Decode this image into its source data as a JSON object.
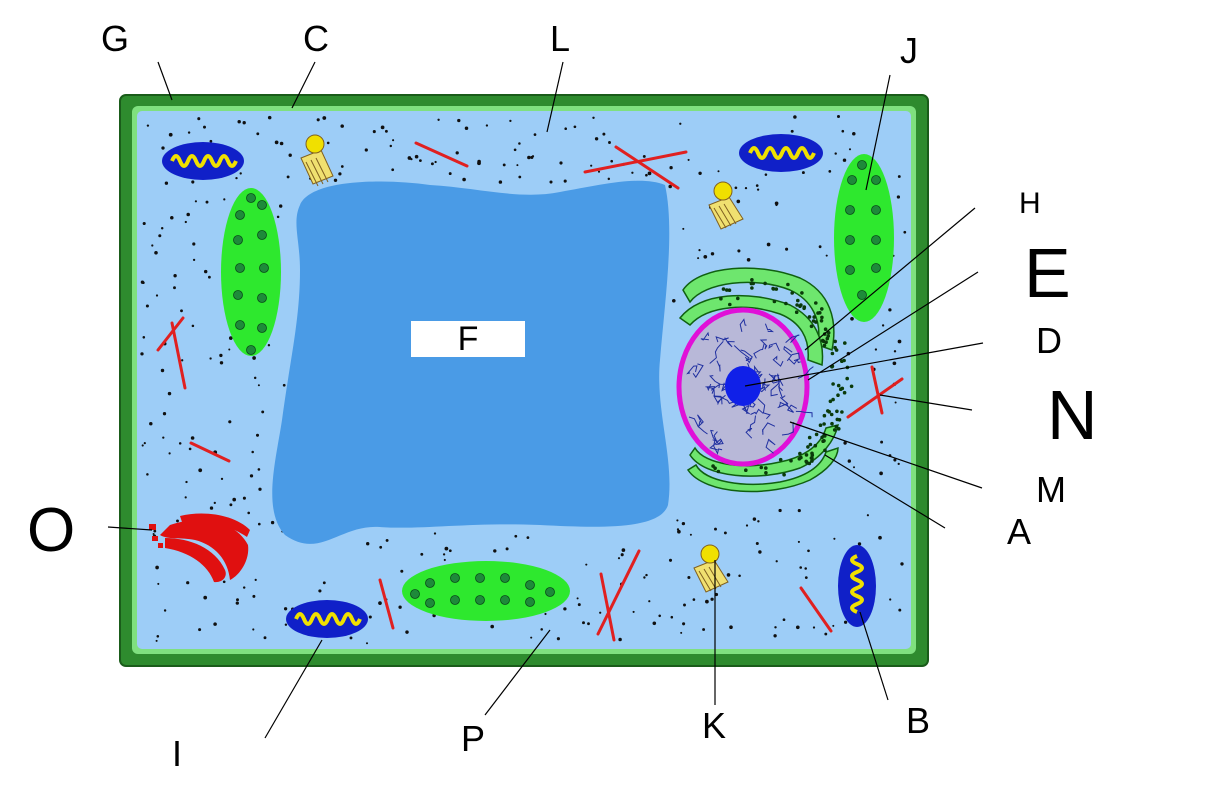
{
  "labels": {
    "G": "G",
    "C": "C",
    "L": "L",
    "J": "J",
    "H": "H",
    "E": "E",
    "D": "D",
    "N": "N",
    "M": "M",
    "A": "A",
    "O": "O",
    "F": "F",
    "I": "I",
    "P": "P",
    "K": "K",
    "B": "B"
  },
  "colors": {
    "cell_wall": "#2e8b2e",
    "cytoplasm": "#9dcdf7",
    "vacuole": "#4a9be6",
    "chloroplast": "#2ee82e",
    "mitochondrion": "#1020c8",
    "cristae": "#f0e000",
    "golgi": "#e01010",
    "nucleus_membrane": "#e010d8",
    "nucleolus": "#1020e8",
    "er": "#6ee66e",
    "microtubule": "#e02020",
    "ribosome": "#101010"
  }
}
